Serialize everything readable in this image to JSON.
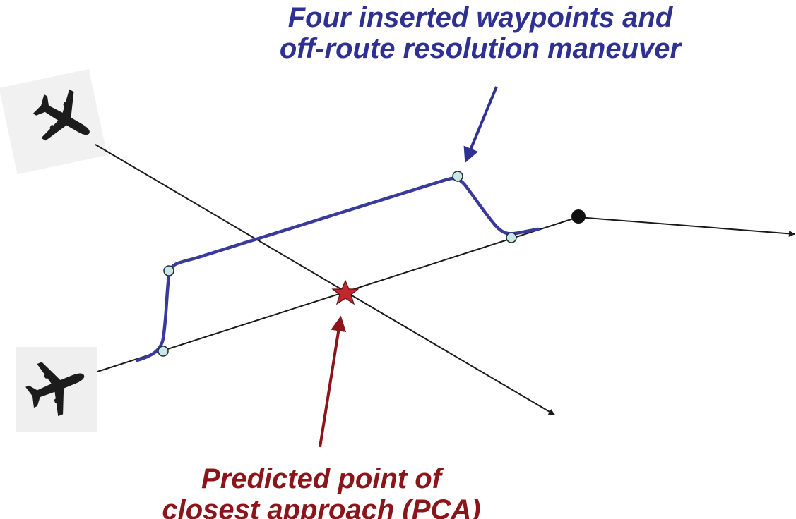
{
  "annotations": {
    "maneuver_line1": "Four inserted waypoints and",
    "maneuver_line2": "off-route resolution maneuver",
    "pca_line1": "Predicted point of",
    "pca_line2": "closest approach (PCA)"
  },
  "colors": {
    "maneuver_text": "#2e3192",
    "pca_text": "#8b1519",
    "route_line": "#1a1a1a",
    "resolution_path": "#3a3a9a",
    "waypoint_fill": "#c7e7ea",
    "pca_star": "#c1272d"
  },
  "icons": [
    "aircraft-icon",
    "aircraft-icon",
    "star-icon"
  ]
}
